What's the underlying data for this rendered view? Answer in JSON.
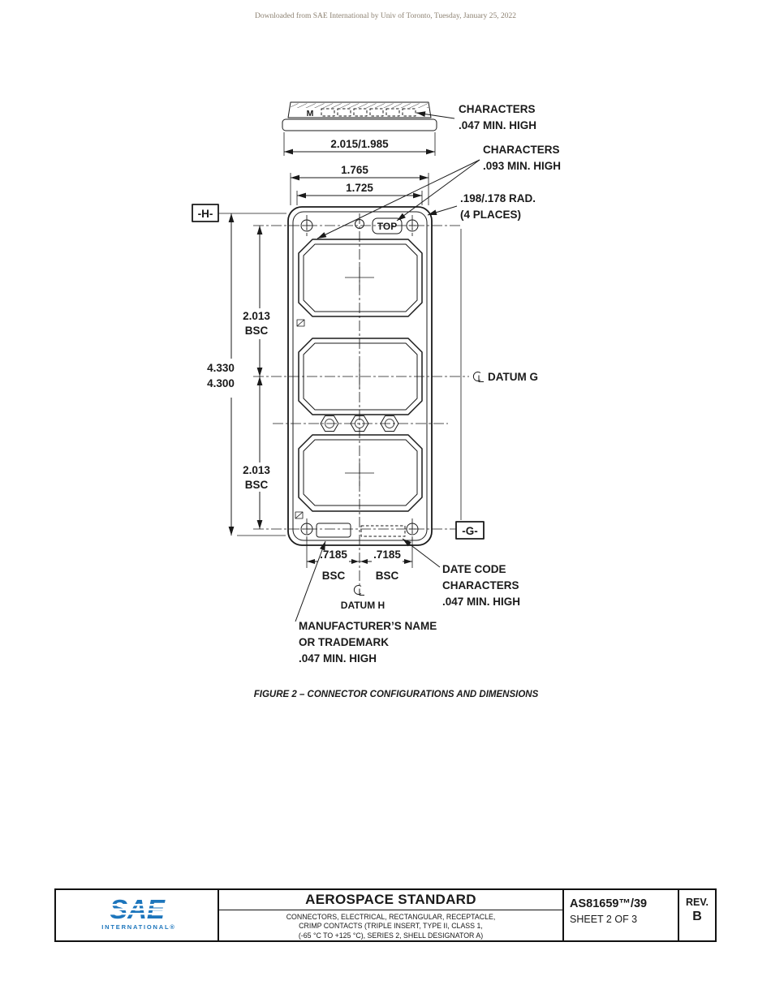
{
  "page": {
    "header_note": "Downloaded from SAE International by Univ of Toronto, Tuesday, January 25, 2022",
    "figure_caption": "FIGURE 2 – CONNECTOR CONFIGURATIONS AND DIMENSIONS"
  },
  "drawing": {
    "part_marking_m": "M",
    "top_label": "TOP",
    "datum_h_flag": "-H-",
    "datum_g_flag": "-G-",
    "datum_g_label": "DATUM G",
    "datum_h_label": "DATUM H",
    "dim_overall_width": "2.015/1.985",
    "dim_1765": "1.765",
    "dim_1725": "1.725",
    "dim_2013_upper": "2.013",
    "dim_2013_upper_bsc": "BSC",
    "dim_2013_lower": "2.013",
    "dim_2013_lower_bsc": "BSC",
    "dim_4330": "4.330",
    "dim_4300": "4.300",
    "dim_7185_left": ".7185",
    "dim_7185_left_bsc": "BSC",
    "dim_7185_right": ".7185",
    "dim_7185_right_bsc": "BSC",
    "note_characters_047": [
      "CHARACTERS",
      ".047 MIN. HIGH"
    ],
    "note_characters_093": [
      "CHARACTERS",
      ".093 MIN. HIGH"
    ],
    "note_radius": [
      ".198/.178 RAD.",
      "(4 PLACES)"
    ],
    "note_date_code": [
      "DATE CODE",
      "CHARACTERS",
      ".047 MIN. HIGH"
    ],
    "note_manufacturer": [
      "MANUFACTURER’S NAME",
      "OR TRADEMARK",
      ".047 MIN. HIGH"
    ]
  },
  "title_block": {
    "logo": {
      "name": "SAE",
      "subtitle": "INTERNATIONAL®"
    },
    "title": "AEROSPACE STANDARD",
    "subtitle_lines": [
      "CONNECTORS, ELECTRICAL, RECTANGULAR, RECEPTACLE,",
      "CRIMP CONTACTS (TRIPLE INSERT, TYPE II, CLASS 1,",
      "(-65 °C TO +125 °C), SERIES 2, SHELL DESIGNATOR A)"
    ],
    "document_number": "AS81659™/39",
    "sheet_info": "SHEET 2 OF 3",
    "revision_label": "REV.",
    "revision_value": "B"
  },
  "colors": {
    "ink": "#1a1a1a",
    "sae_blue": "#1c75bc",
    "header_note": "#8d8272"
  }
}
